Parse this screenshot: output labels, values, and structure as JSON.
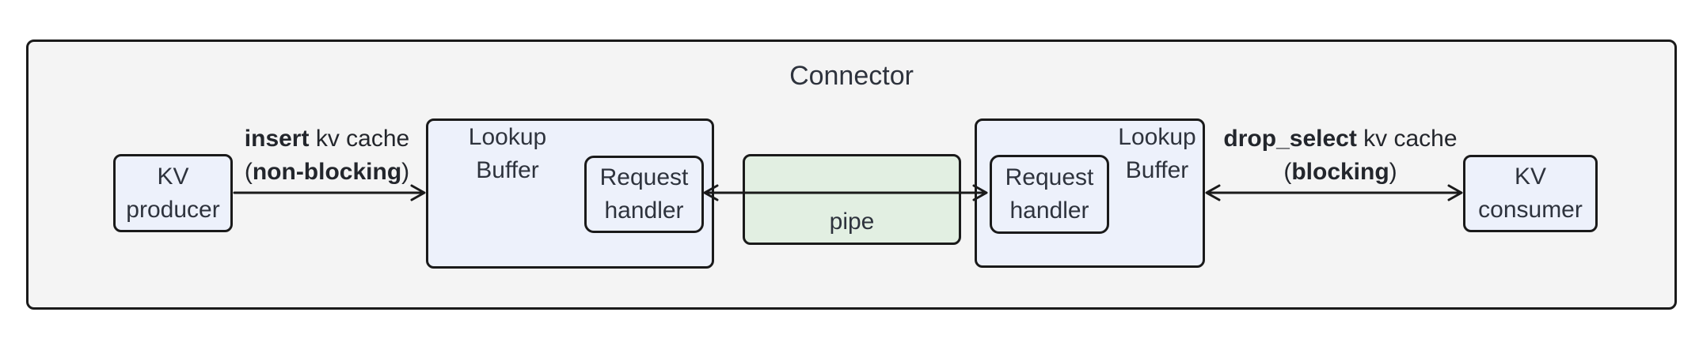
{
  "diagram": {
    "title": "Connector",
    "nodes": {
      "kv_producer": {
        "line1": "KV",
        "line2": "producer"
      },
      "lookup_buffer_left": {
        "line1": "Lookup",
        "line2": "Buffer"
      },
      "request_handler_left": {
        "line1": "Request",
        "line2": "handler"
      },
      "pipe": {
        "label": "pipe"
      },
      "request_handler_right": {
        "line1": "Request",
        "line2": "handler"
      },
      "lookup_buffer_right": {
        "line1": "Lookup",
        "line2": "Buffer"
      },
      "kv_consumer": {
        "line1": "KV",
        "line2": "consumer"
      }
    },
    "edges": {
      "insert": {
        "line1_bold": "insert",
        "line1_rest": " kv cache",
        "line2_open": "(",
        "line2_bold": "non-blocking",
        "line2_close": ")"
      },
      "drop_select": {
        "line1_bold": "drop_select",
        "line1_rest": " kv cache",
        "line2_open": "(",
        "line2_bold": "blocking",
        "line2_close": ")"
      }
    },
    "colors": {
      "canvas_bg": "#ffffff",
      "container_fill": "#f4f4f4",
      "node_fill": "#edf1fb",
      "pipe_fill": "#e2efe2",
      "border": "#1a1a1a",
      "node_text": "#2e333d",
      "label_text": "#23262c"
    }
  }
}
